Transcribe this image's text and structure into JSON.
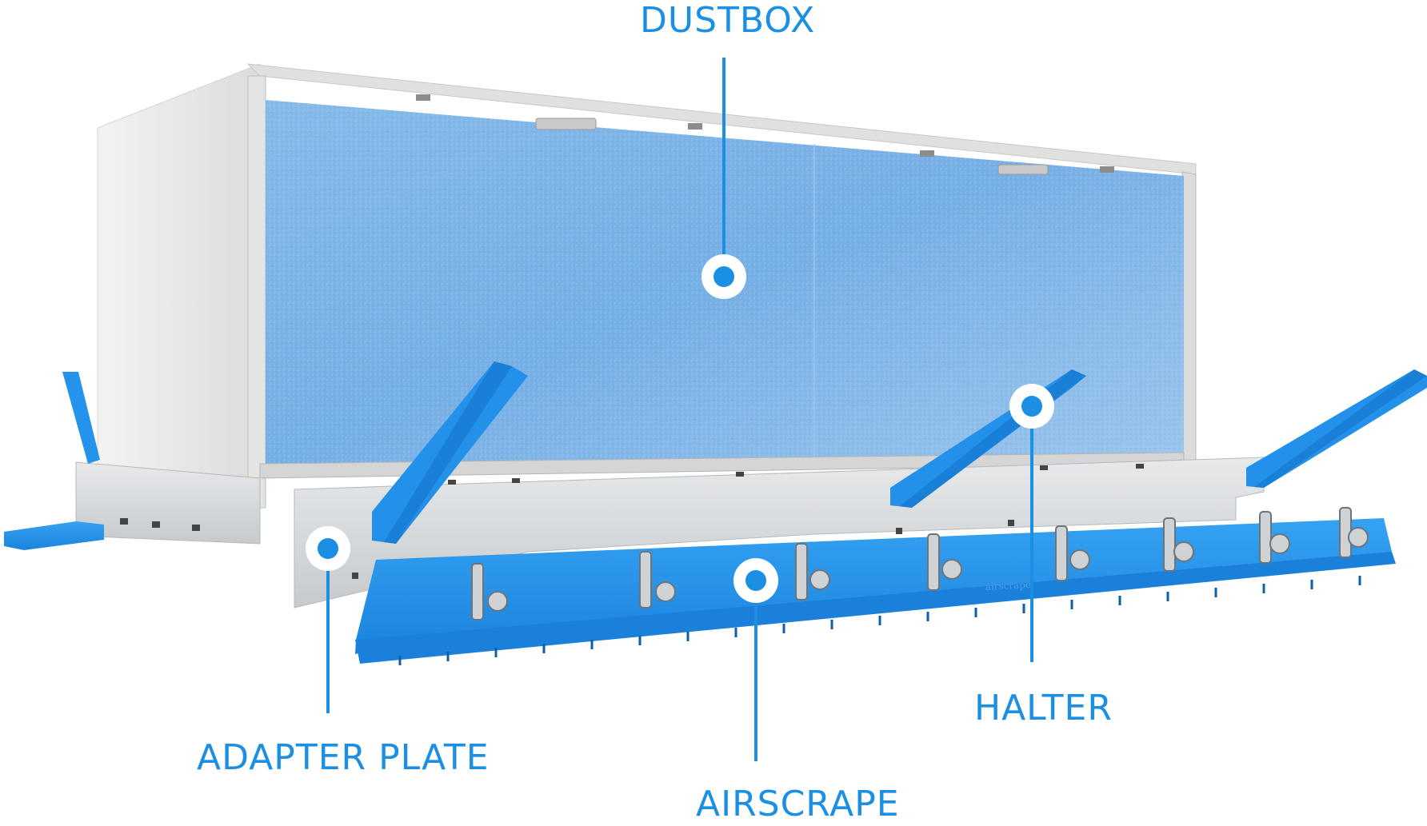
{
  "labels": {
    "dustbox": "DUSTBOX",
    "halter": "HALTER",
    "adapter_plate": "ADAPTER PLATE",
    "airscrape": "AIRSCRAPE"
  },
  "product_brand": "airscrape",
  "colors": {
    "accent": "#1a8fe3",
    "filter": "#7db4e8",
    "scraper": "#2493ec",
    "plate": "#d6d9dc",
    "frame": "#ececec"
  }
}
